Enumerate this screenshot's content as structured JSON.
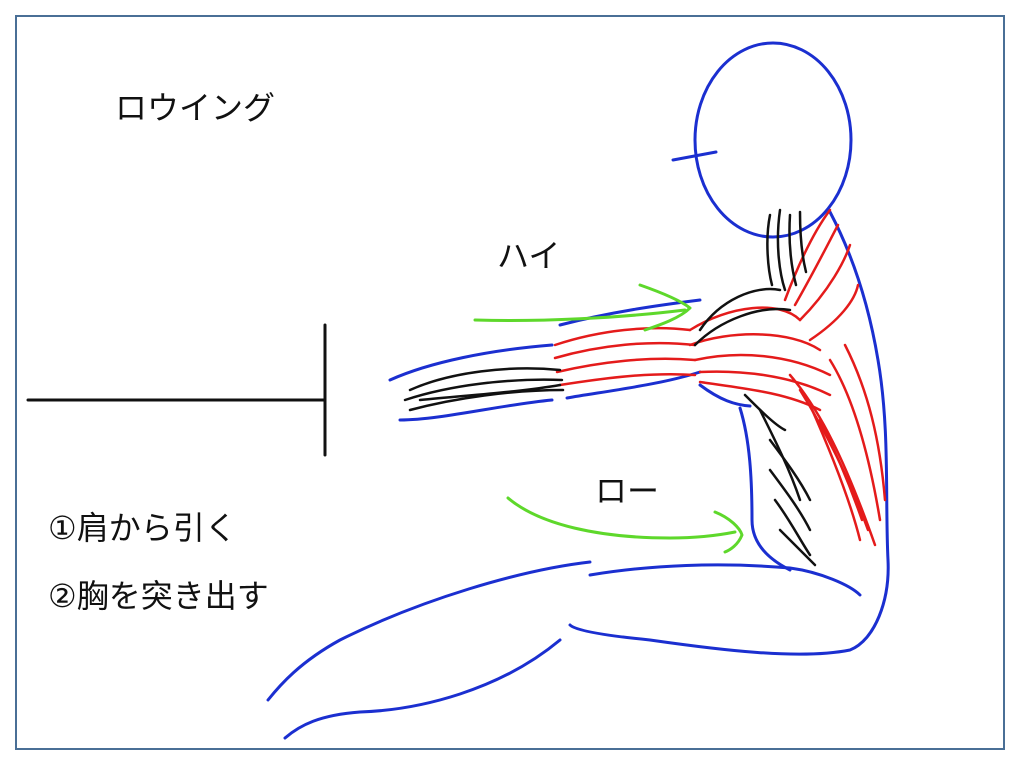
{
  "title": "ロウイング",
  "labels": {
    "high": "ハイ",
    "low": "ロー"
  },
  "steps": [
    "①肩から引く",
    "②胸を突き出す"
  ],
  "colors": {
    "body_outline": "#1b2fd0",
    "muscle": "#e41b1b",
    "muscle_lines": "#111111",
    "direction_arrow": "#5ed82b",
    "frame": "#4a6f96"
  }
}
